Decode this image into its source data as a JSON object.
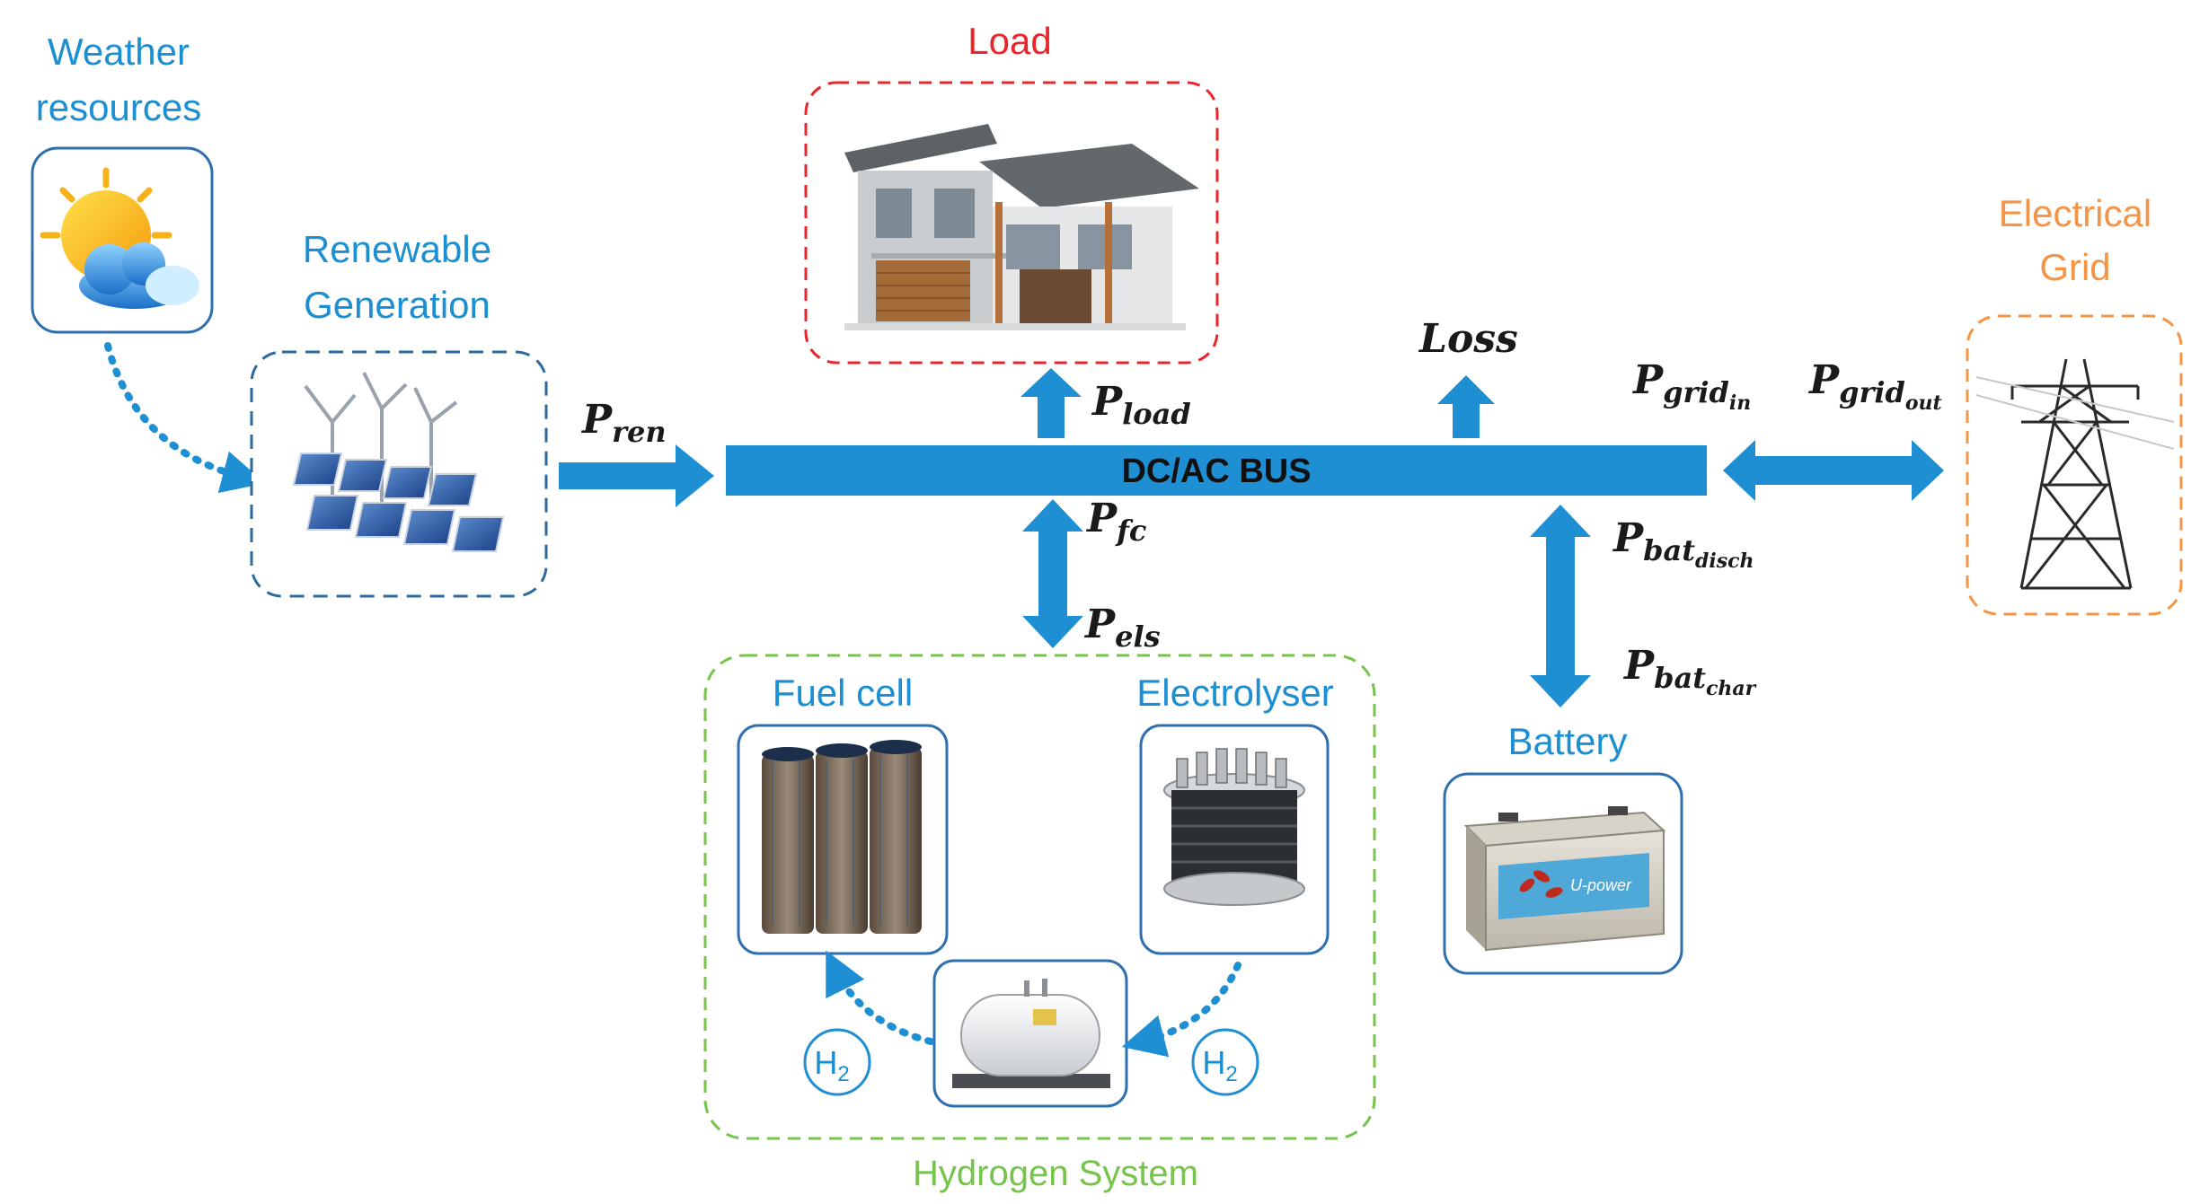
{
  "labels": {
    "weather_line1": "Weather",
    "weather_line2": "resources",
    "renewable_line1": "Renewable",
    "renewable_line2": "Generation",
    "load": "Load",
    "grid_line1": "Electrical",
    "grid_line2": "Grid",
    "bus": "DC/AC BUS",
    "loss": "Loss",
    "fuel_cell": "Fuel cell",
    "electrolyser": "Electrolyser",
    "battery": "Battery",
    "hydrogen_system": "Hydrogen System",
    "h2_left": "H",
    "h2_right": "H",
    "h2_subscript": "2",
    "battery_brand": "U-power"
  },
  "flows": {
    "p": "P",
    "ren": "ren",
    "load": "load",
    "fc": "fc",
    "els": "els",
    "grid": "grid",
    "in": "in",
    "out": "out",
    "bat": "bat",
    "disch": "disch",
    "char": "char"
  },
  "colors": {
    "blue_label": "#1b8fd2",
    "arrow_blue": "#1e8fd3",
    "load_red": "#e8262b",
    "grid_orange": "#f39447",
    "hydrogen_green": "#76c44b",
    "renewable_dash": "#2e6a9e",
    "box_border": "#2f6fae",
    "text_dark": "#1a1a1a"
  }
}
